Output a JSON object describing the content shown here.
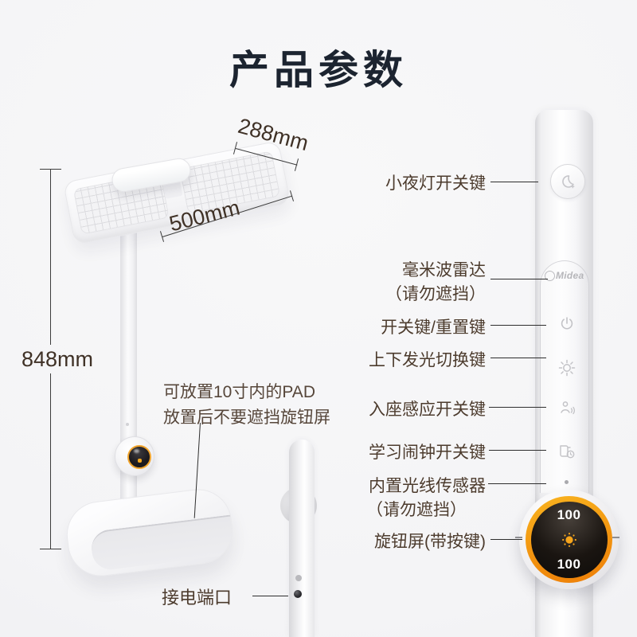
{
  "title": "产品参数",
  "brand": "Midea",
  "dims": {
    "width": "288mm",
    "length": "500mm",
    "height": "848mm"
  },
  "pad_note": {
    "line1": "可放置10寸内的PAD",
    "line2": "放置后不要遮挡旋钮屏"
  },
  "power_port": {
    "label": "接电端口"
  },
  "callouts": [
    {
      "label": "小夜灯开关键",
      "icon": "moon-icon"
    },
    {
      "label": "毫米波雷达",
      "note": "（请勿遮挡）",
      "icon": "radar-area"
    },
    {
      "label": "开关键/重置键",
      "icon": "power-icon"
    },
    {
      "label": "上下发光切换键",
      "icon": "sun-icon"
    },
    {
      "label": "入座感应开关键",
      "icon": "person-sensing-icon"
    },
    {
      "label": "学习闹钟开关键",
      "icon": "book-clock-icon"
    },
    {
      "label": "内置光线传感器",
      "note": "（请勿遮挡）",
      "icon": "light-sensor-dot"
    },
    {
      "label": "旋钮屏(带按键)",
      "icon": "knob-display"
    }
  ],
  "knob": {
    "top_value": "100",
    "bottom_value": "100"
  },
  "colors": {
    "accent_orange": "#f08a0c",
    "label_brown": "#4c3b2d",
    "title_dark": "#1c2430"
  }
}
